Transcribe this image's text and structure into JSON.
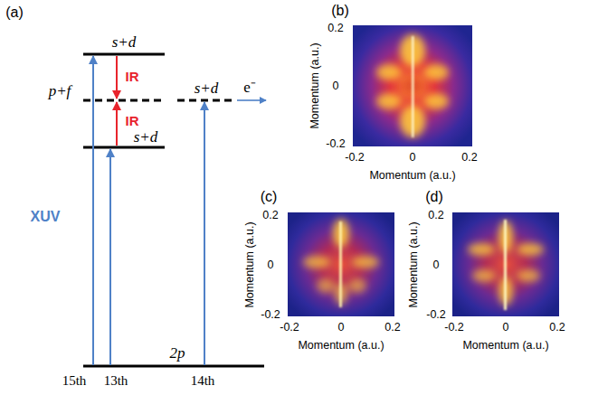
{
  "diagram": {
    "labels": [
      "(a)",
      "s+d",
      "IR",
      "p+f",
      "s+d",
      "e⁻",
      "IR",
      "s+d",
      "XUV",
      "2p",
      "15th",
      "13th",
      "14th",
      "(b)",
      "Momentum (a.u.)",
      "0.2",
      "0",
      "-0.2",
      "-0.2",
      "0",
      "0.2",
      "Momentum (a.u.)",
      "(c)",
      "Momentum (a.u.)",
      "0.2",
      "0",
      "-0.2",
      "-0.2",
      "0",
      "0.2",
      "Momentum (a.u.)",
      "(d)",
      "Momentum (a.u.)",
      "0.2",
      "0",
      "-0.2",
      "-0.2",
      "0",
      "0.2",
      "Momentum (a.u.)"
    ]
  }
}
